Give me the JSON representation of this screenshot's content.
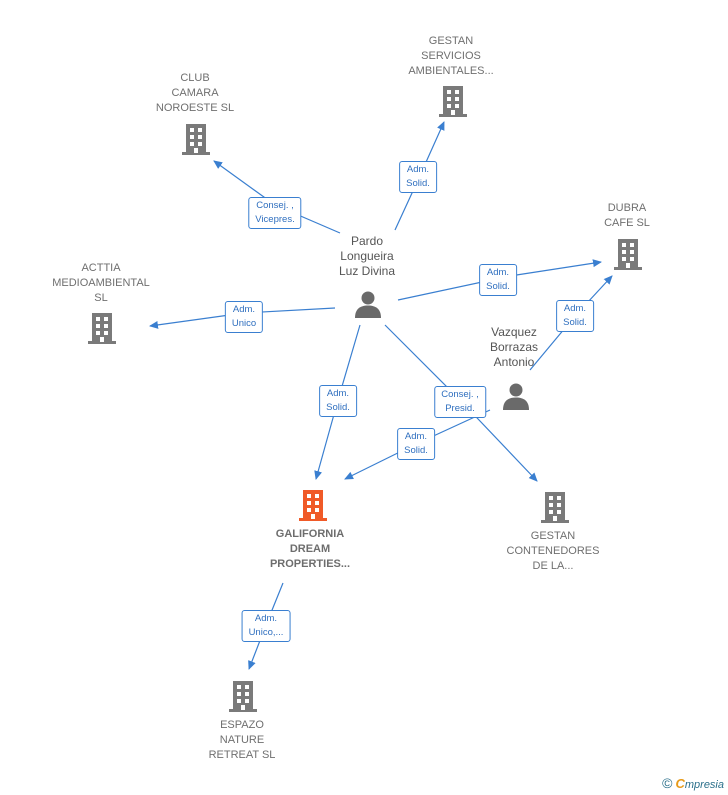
{
  "companies": [
    {
      "id": "club",
      "label": "CLUB\nCAMARA\nNOROESTE  SL",
      "focus": false
    },
    {
      "id": "gestan_serv",
      "label": "GESTAN\nSERVICIOS\nAMBIENTALES...",
      "focus": false
    },
    {
      "id": "dubra",
      "label": "DUBRA\nCAFE  SL",
      "focus": false
    },
    {
      "id": "acttia",
      "label": "ACTTIA\nMEDIOAMBIENTAL\nSL",
      "focus": false
    },
    {
      "id": "galifornia",
      "label": "GALIFORNIA\nDREAM\nPROPERTIES...",
      "focus": true
    },
    {
      "id": "gestan_cont",
      "label": "GESTAN\nCONTENEDORES\nDE LA...",
      "focus": false
    },
    {
      "id": "espazo",
      "label": "ESPAZO\nNATURE\nRETREAT  SL",
      "focus": false
    }
  ],
  "persons": [
    {
      "id": "pardo",
      "label": "Pardo\nLongueira\nLuz Divina"
    },
    {
      "id": "vazquez",
      "label": "Vazquez\nBorrazas\nAntonio"
    }
  ],
  "relations": [
    {
      "id": "r_club",
      "label": "Consej. ,\nVicepres."
    },
    {
      "id": "r_gestan_serv",
      "label": "Adm.\nSolid."
    },
    {
      "id": "r_dubra_pardo",
      "label": "Adm.\nSolid."
    },
    {
      "id": "r_dubra_vazquez",
      "label": "Adm.\nSolid."
    },
    {
      "id": "r_acttia",
      "label": "Adm.\nUnico"
    },
    {
      "id": "r_galifornia_pardo",
      "label": "Adm.\nSolid."
    },
    {
      "id": "r_gestan_cont",
      "label": "Consej. ,\nPresid."
    },
    {
      "id": "r_galifornia_vazquez",
      "label": "Adm.\nSolid."
    },
    {
      "id": "r_espazo",
      "label": "Adm.\nUnico,..."
    }
  ],
  "footer": {
    "copyright": "©",
    "brand_first": "C",
    "brand_rest": "mpresia"
  },
  "colors": {
    "edge": "#3a7fd0",
    "building": "#7a7a7a",
    "focus_building": "#f05a28",
    "person": "#6a6a6a"
  }
}
